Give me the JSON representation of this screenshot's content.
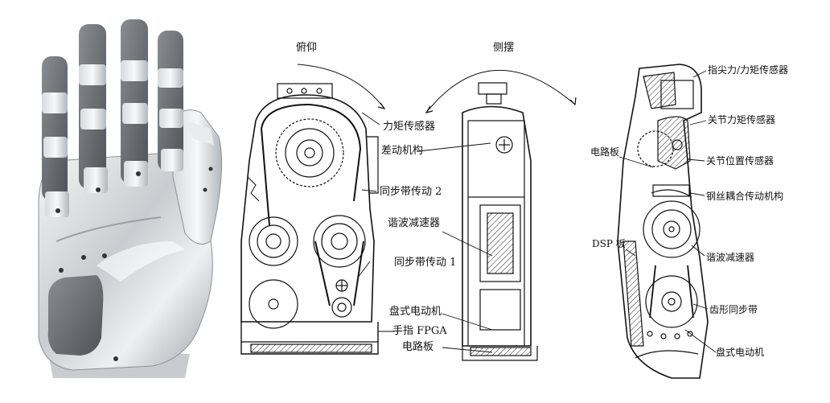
{
  "figure": {
    "motion_labels": {
      "pitch": "俯仰",
      "swing": "侧摆"
    },
    "middle_labels": [
      "力矩传感器",
      "差动机构",
      "同步带传动 2",
      "谐波减速器",
      "同步带传动 1",
      "盘式电动机",
      "手指 FPGA",
      "电路板"
    ],
    "right_labels": {
      "fingertip_sensor": "指尖力/力矩传感器",
      "joint_torque_sensor": "关节力矩传感器",
      "circuit_board": "电路板",
      "joint_position_sensor": "关节位置传感器",
      "steel_wire_coupling": "钢丝耦合传动机构",
      "dsp_board": "DSP 板",
      "harmonic_reducer": "谐波减速器",
      "toothed_belt": "齿形同步带",
      "disc_motor": "盘式电动机"
    }
  }
}
